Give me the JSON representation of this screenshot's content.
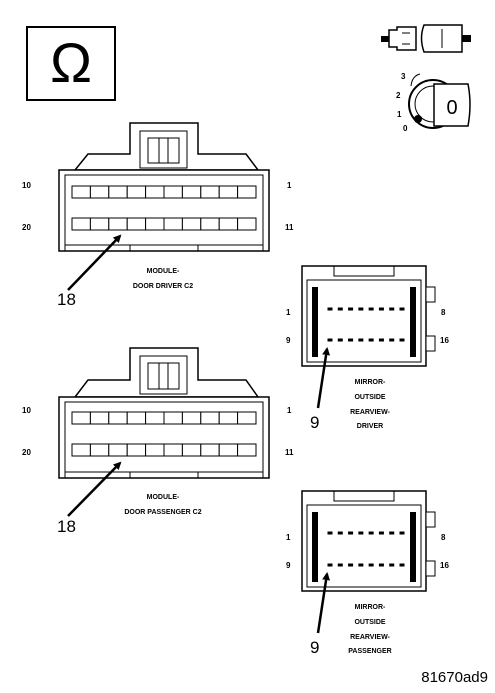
{
  "ohm_symbol": "Ω",
  "ignition": {
    "positions": [
      "3",
      "2",
      "1",
      "0"
    ],
    "key_label": "0"
  },
  "connectors": {
    "driver_c2": {
      "pin_left_top": "10",
      "pin_right_top": "1",
      "pin_left_bottom": "20",
      "pin_right_bottom": "11",
      "label_line1": "MODULE-",
      "label_line2": "DOOR DRIVER C2",
      "callout": "18"
    },
    "passenger_c2": {
      "pin_left_top": "10",
      "pin_right_top": "1",
      "pin_left_bottom": "20",
      "pin_right_bottom": "11",
      "label_line1": "MODULE-",
      "label_line2": "DOOR PASSENGER C2",
      "callout": "18"
    },
    "mirror_driver": {
      "pin_left_top": "1",
      "pin_right_top": "8",
      "pin_left_bottom": "9",
      "pin_right_bottom": "16",
      "label_lines": [
        "MIRROR-",
        "OUTSIDE",
        "REARVIEW-",
        "DRIVER"
      ],
      "callout": "9"
    },
    "mirror_passenger": {
      "pin_left_top": "1",
      "pin_right_top": "8",
      "pin_left_bottom": "9",
      "pin_right_bottom": "16",
      "label_lines": [
        "MIRROR-",
        "OUTSIDE",
        "REARVIEW-",
        "PASSENGER"
      ],
      "callout": "9"
    }
  },
  "figure_id": "81670ad9"
}
